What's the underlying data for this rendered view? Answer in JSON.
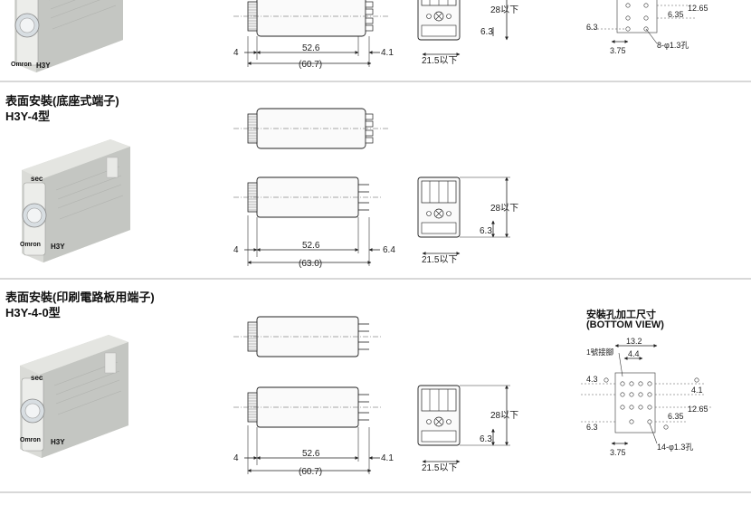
{
  "sections": [
    {
      "title": "",
      "model": "",
      "photo_brand": "Omron",
      "photo_model": "H3Y",
      "dims": {
        "left": "4",
        "body": "52.6",
        "total": "(60.7)",
        "right": "4.1",
        "height": "28以下",
        "pin": "6.3",
        "width": "21.5以下"
      },
      "panel": {
        "dim_a": "12.65",
        "dim_b": "6.35",
        "dim_c": "6.3",
        "dim_d": "3.75",
        "hole": "8-φ1.3孔"
      }
    },
    {
      "title": "表面安裝(底座式端子)",
      "model": "H3Y-4型",
      "photo_label": "sec",
      "photo_brand": "Omron",
      "photo_model": "H3Y",
      "dims": {
        "left": "4",
        "body": "52.6",
        "total": "(63.0)",
        "right": "6.4",
        "height": "28以下",
        "pin": "6.3",
        "width": "21.5以下"
      }
    },
    {
      "title": "表面安裝(印刷電路板用端子)",
      "model": "H3Y-4-0型",
      "photo_label": "sec",
      "photo_brand": "Omron",
      "photo_model": "H3Y",
      "dims": {
        "left": "4",
        "body": "52.6",
        "total": "(60.7)",
        "right": "4.1",
        "height": "28以下",
        "pin": "6.3",
        "width": "21.5以下"
      },
      "panel": {
        "title": "安裝孔加工尺寸",
        "subtitle": "(BOTTOM VIEW)",
        "pin1": "1號接腳",
        "dim_top": "13.2",
        "dim_top2": "4.4",
        "dim_left": "4.3",
        "dim_right": "4.1",
        "dim_a": "12.65",
        "dim_b": "6.35",
        "dim_c": "6.3",
        "dim_d": "3.75",
        "hole": "14-φ1.3孔"
      }
    }
  ]
}
